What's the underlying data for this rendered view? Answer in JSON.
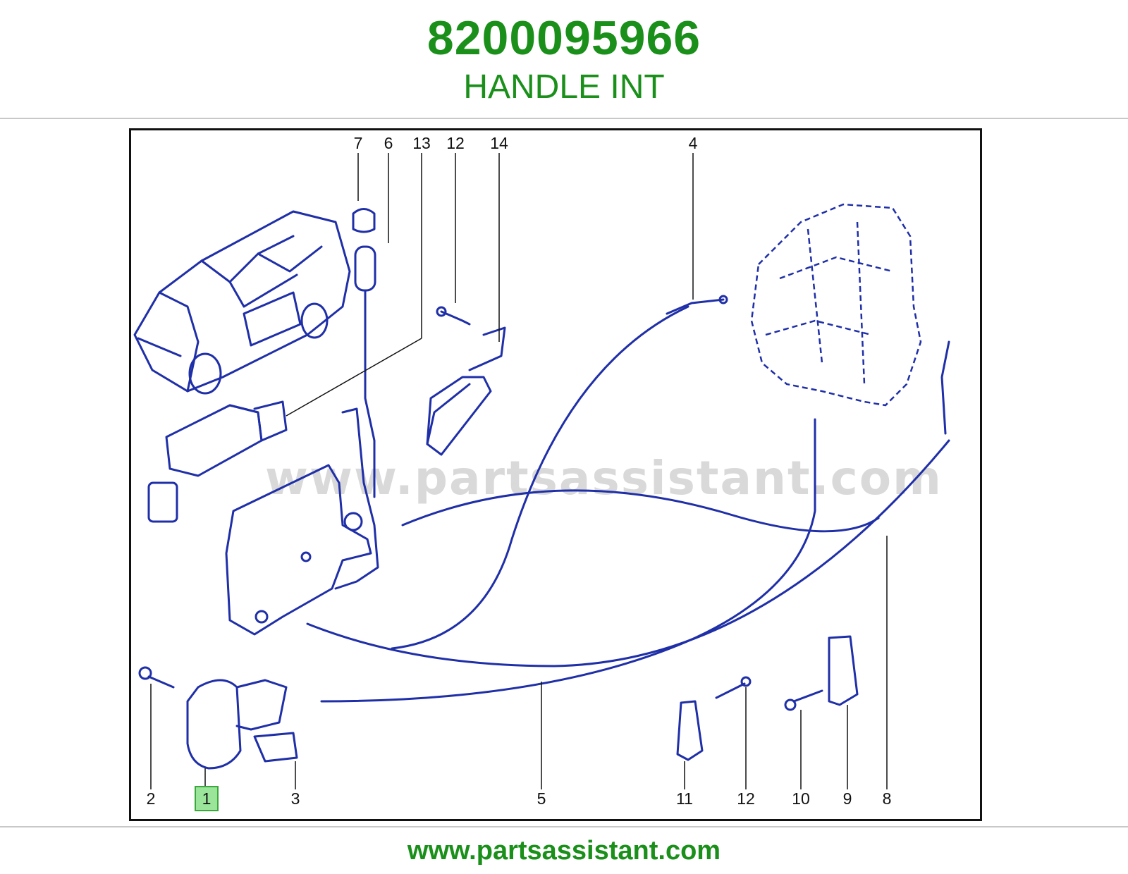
{
  "header": {
    "part_number": "8200095966",
    "part_name": "HANDLE INT"
  },
  "diagram": {
    "watermark": "www.partsassistant.com",
    "callouts": {
      "c7": "7",
      "c6": "6",
      "c13": "13",
      "c12_top": "12",
      "c14": "14",
      "c4": "4",
      "c2": "2",
      "c1": "1",
      "c3": "3",
      "c5": "5",
      "c11": "11",
      "c12_bottom": "12",
      "c10": "10",
      "c9": "9",
      "c8": "8"
    },
    "selected_callout": "1",
    "line_color": "#1f2fa8"
  },
  "footer": {
    "url": "www.partsassistant.com"
  }
}
